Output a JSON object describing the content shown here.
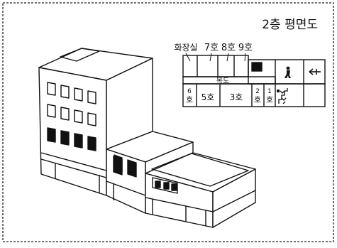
{
  "diagram": {
    "title": "2층 평면도",
    "floor_plan": {
      "row_labels": {
        "restroom": "화장실",
        "room7": "7호",
        "room8": "8호",
        "room9": "9호",
        "corridor": "복도"
      },
      "bottom_labels": {
        "room6_a": "6",
        "room6_b": "호",
        "room5": "5호",
        "room3": "3호",
        "room2_a": "2",
        "room2_b": "호",
        "room1_a": "1",
        "room1_b": "호"
      },
      "icons": [
        "person-icon",
        "arrow-left-icon",
        "stairs-icon",
        "marked-room-icon"
      ]
    }
  }
}
